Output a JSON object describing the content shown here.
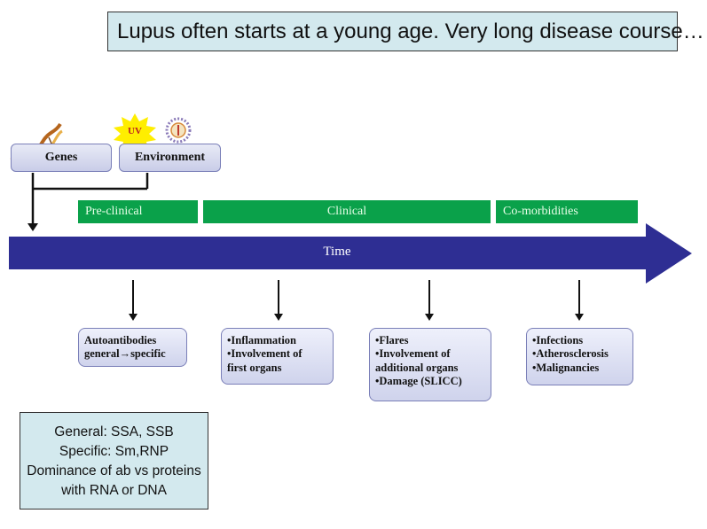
{
  "title": "Lupus often starts at a young age. Very long disease course…",
  "factors": {
    "genes": "Genes",
    "environment": "Environment",
    "uv_label": "UV"
  },
  "stages": {
    "preclinical": "Pre-clinical",
    "clinical": "Clinical",
    "comorbidities": "Co-morbidities"
  },
  "time_label": "Time",
  "outcomes": {
    "preclinical": [
      "Autoantibodies",
      "general→specific"
    ],
    "clinical_early": [
      "•Inflammation",
      "•Involvement of",
      "first organs"
    ],
    "clinical_late": [
      "•Flares",
      "•Involvement of",
      "additional organs",
      "•Damage (SLICC)"
    ],
    "comorbidities": [
      "•Infections",
      "•Atherosclerosis",
      "•Malignancies"
    ]
  },
  "note": [
    "General: SSA, SSB",
    "Specific: Sm,RNP",
    "Dominance of ab vs proteins",
    "with RNA or DNA"
  ],
  "colors": {
    "title_bg": "#d3e9ee",
    "stage_green": "#0aa14a",
    "time_arrow": "#2e2e93",
    "uv_yellow": "#ffee00"
  }
}
